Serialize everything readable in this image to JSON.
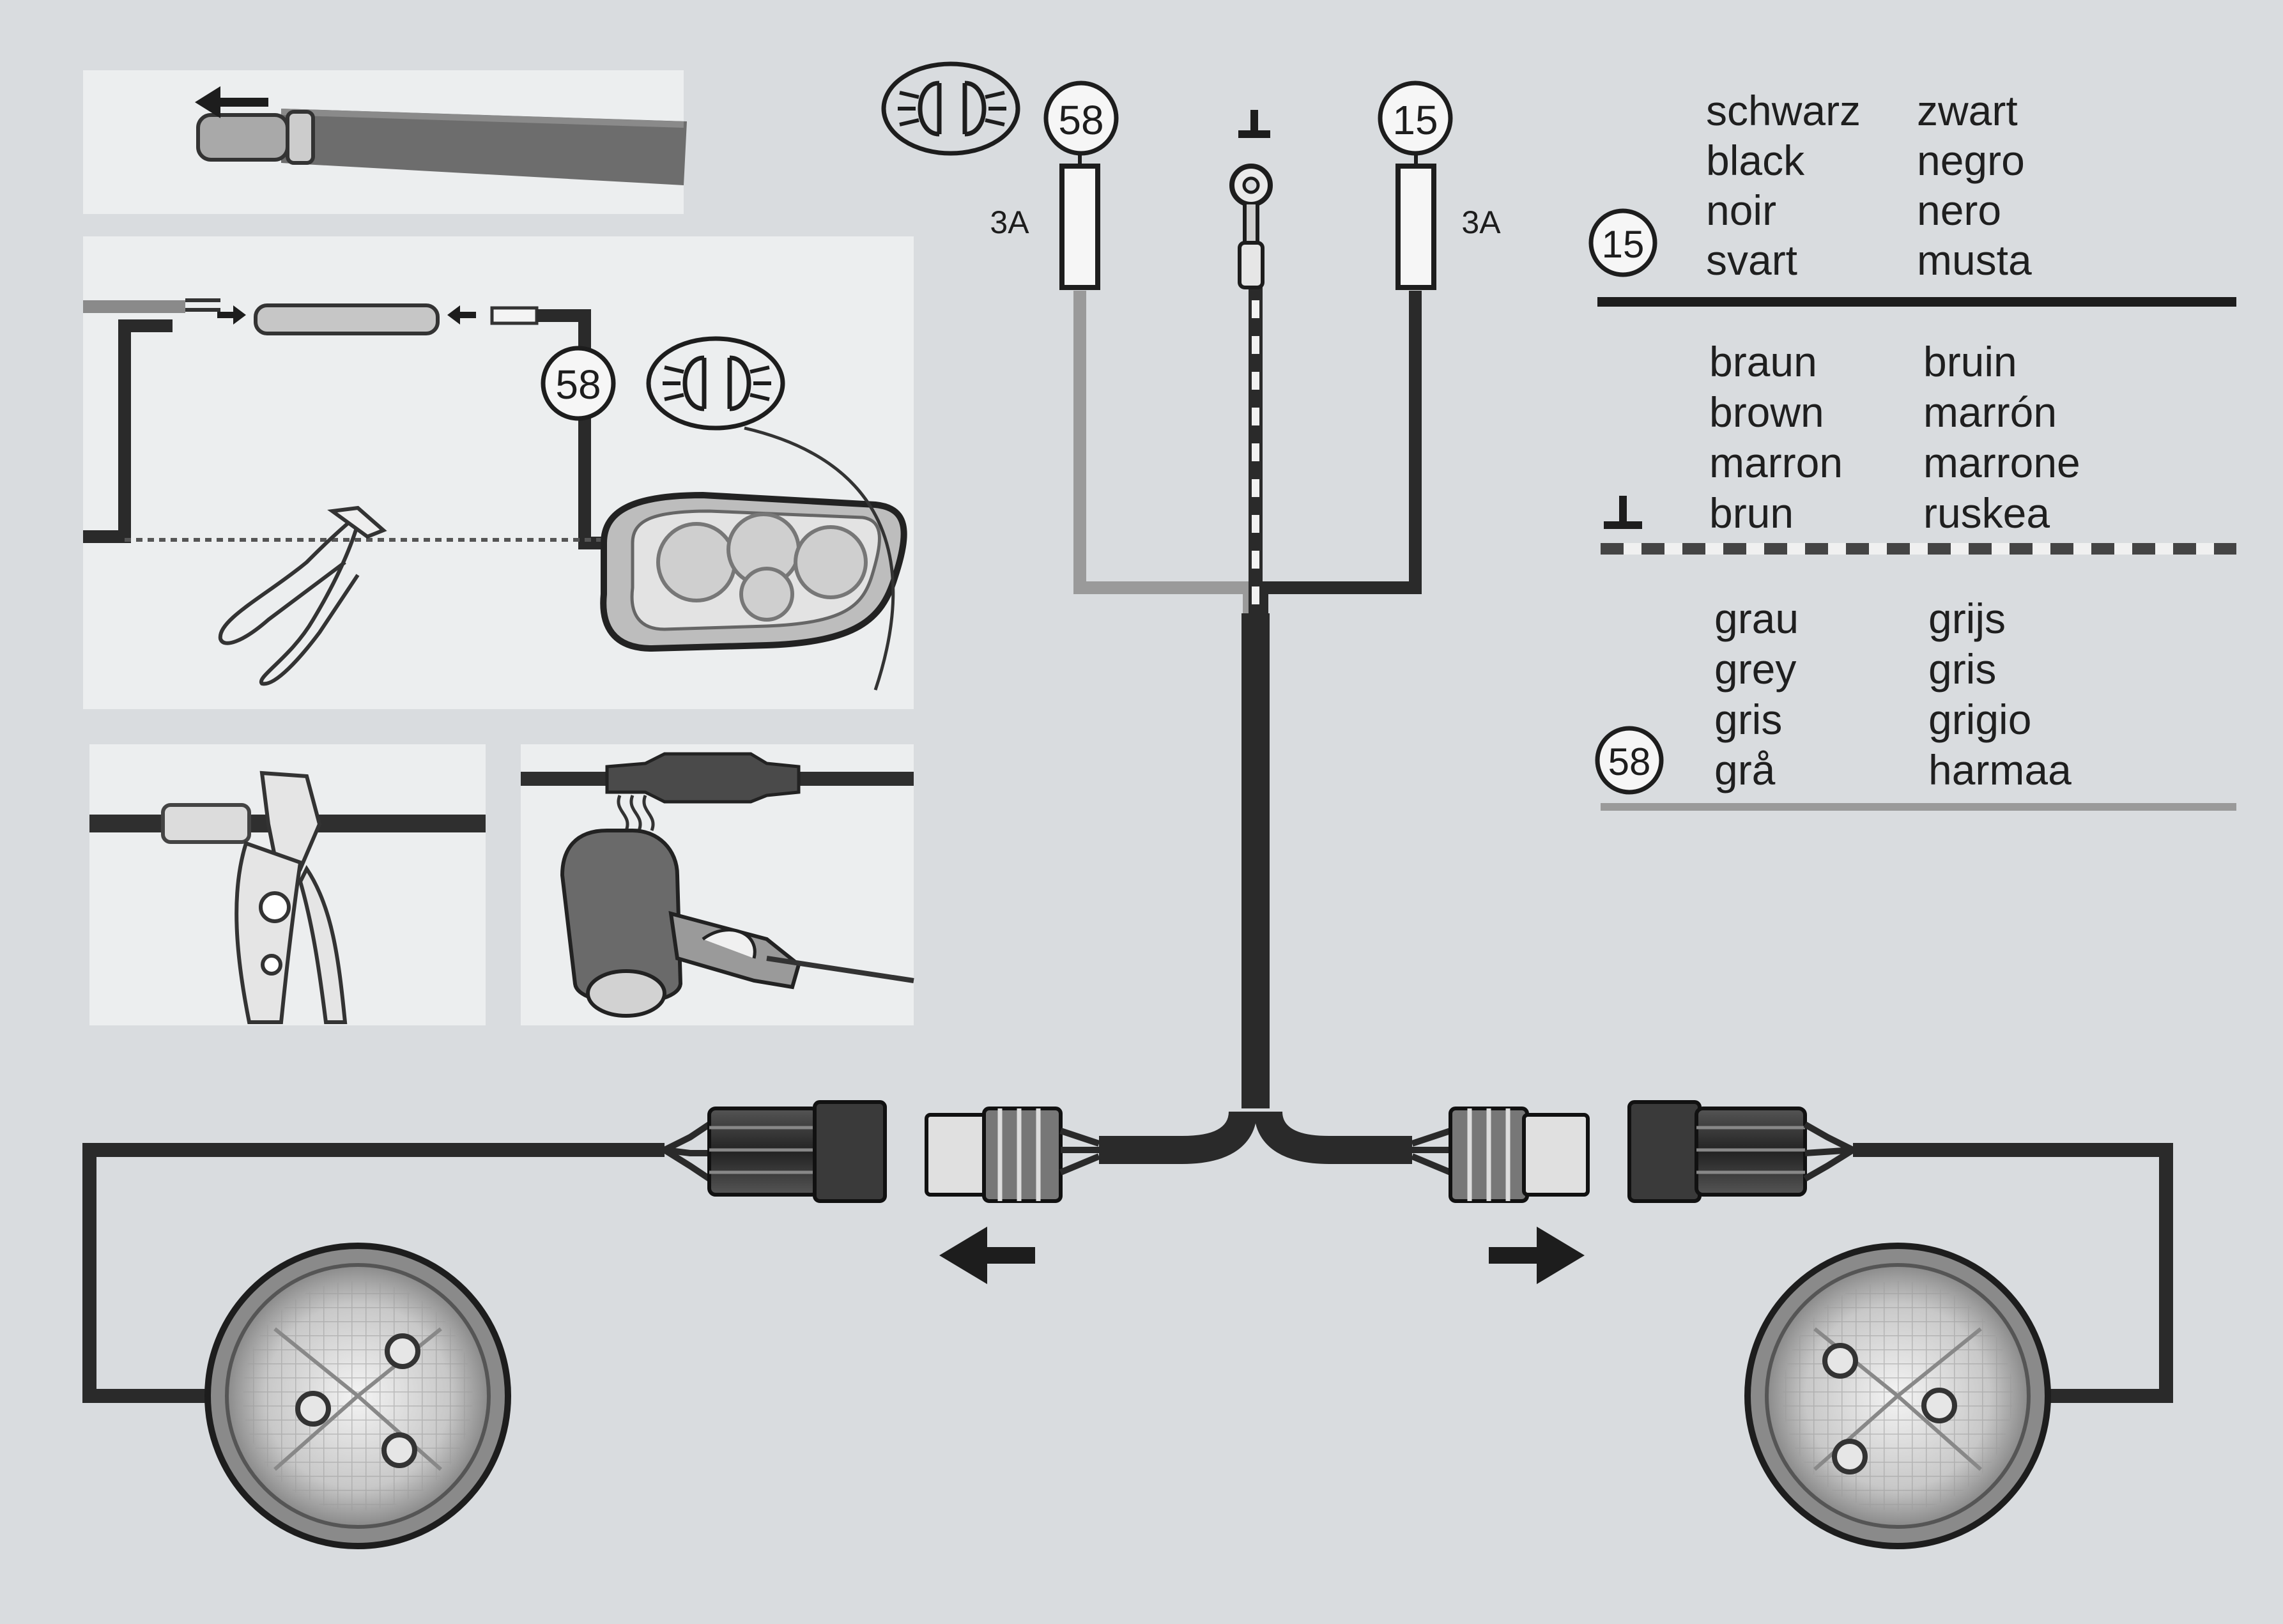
{
  "terminals": {
    "t58": "58",
    "t15": "15"
  },
  "fuses": {
    "left_rating": "3A",
    "right_rating": "3A"
  },
  "legend": {
    "group_15": {
      "terminal": "15",
      "col1": [
        "schwarz",
        "black",
        "noir",
        "svart"
      ],
      "col2": [
        "zwart",
        "negro",
        "nero",
        "musta"
      ]
    },
    "group_ground": {
      "col1": [
        "braun",
        "brown",
        "marron",
        "brun"
      ],
      "col2": [
        "bruin",
        "marrón",
        "marrone",
        "ruskea"
      ]
    },
    "group_58": {
      "terminal": "58",
      "col1": [
        "grau",
        "grey",
        "gris",
        "grå"
      ],
      "col2": [
        "grijs",
        "gris",
        "grigio",
        "harmaa"
      ]
    }
  },
  "colors": {
    "background": "#d9dcdf",
    "panel": "#eceeef",
    "wire_black": "#2a2a2a",
    "wire_grey": "#9a9a9a",
    "line_dark": "#1d1d1d"
  },
  "icons": [
    "parking-light-symbol-icon",
    "ground-symbol-icon",
    "ring-terminal-icon",
    "crimp-pliers-icon",
    "wire-cutter-icon",
    "heat-gun-icon",
    "connector-plug-icon",
    "round-lamp-icon",
    "oval-lamp-icon",
    "arrow-left-icon",
    "arrow-right-icon"
  ]
}
